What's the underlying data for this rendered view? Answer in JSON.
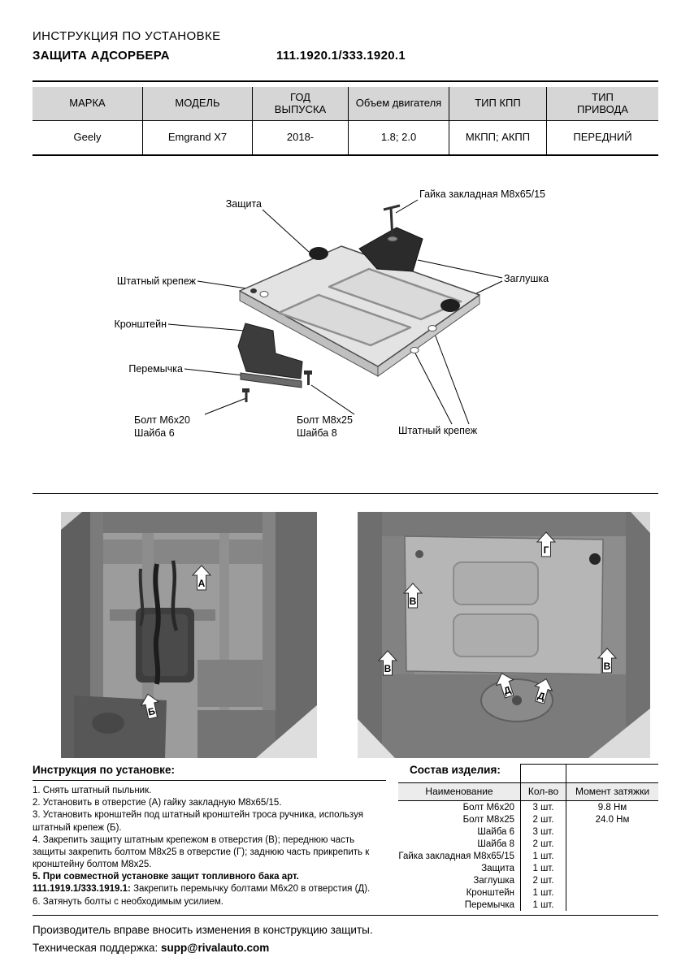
{
  "header": {
    "title": "ИНСТРУКЦИЯ ПО УСТАНОВКЕ",
    "product": "ЗАЩИТА АДСОРБЕРА",
    "part_number": "111.1920.1/333.1920.1"
  },
  "spec_table": {
    "headers": [
      "МАРКА",
      "МОДЕЛЬ",
      "ГОД\nВЫПУСКА",
      "Объем двигателя",
      "ТИП КПП",
      "ТИП\nПРИВОДА"
    ],
    "row": [
      "Geely",
      "Emgrand X7",
      "2018-",
      "1.8; 2.0",
      "МКПП; АКПП",
      "ПЕРЕДНИЙ"
    ]
  },
  "diagram": {
    "labels": {
      "protection": "Защита",
      "embedded_nut": "Гайка закладная М8х65/15",
      "factory_fastener_left": "Штатный крепеж",
      "plug": "Заглушка",
      "bracket": "Кронштейн",
      "jumper": "Перемычка",
      "bolt_m6": "Болт М6х20\nШайба 6",
      "bolt_m8": "Болт М8х25\nШайба 8",
      "factory_fastener_bottom": "Штатный крепеж"
    }
  },
  "photos": {
    "left": {
      "markers": [
        "А",
        "Б"
      ]
    },
    "right": {
      "markers": [
        "Г",
        "В",
        "В",
        "В",
        "Д",
        "Д"
      ]
    }
  },
  "instructions": {
    "title": "Инструкция по установке:",
    "items": [
      {
        "bold": "",
        "text": "1. Снять штатный пыльник."
      },
      {
        "bold": "",
        "text": "2. Установить в отверстие (А) гайку закладную М8х65/15."
      },
      {
        "bold": "",
        "text": "3. Установить кронштейн под штатный кронштейн троса ручника, используя штатный крепеж (Б)."
      },
      {
        "bold": "",
        "text": "4. Закрепить защиту штатным крепежом в отверстия (В); переднюю часть защиты закрепить болтом М8х25 в отверстие (Г); заднюю часть прикрепить к кронштейну болтом М8х25."
      },
      {
        "bold": "5. При совместной установке защит топливного бака арт. 111.1919.1/333.1919.1:",
        "text": " Закрепить перемычку болтами М6х20 в отверстия (Д)."
      },
      {
        "bold": "",
        "text": "6. Затянуть болты с необходимым усилием."
      }
    ]
  },
  "composition": {
    "title": "Состав изделия:",
    "headers": [
      "Наименование",
      "Кол-во",
      "Момент затяжки"
    ],
    "rows": [
      {
        "name": "Болт М6х20",
        "qty": "3 шт.",
        "torque": "9.8 Нм"
      },
      {
        "name": "Болт М8х25",
        "qty": "2 шт.",
        "torque": "24.0 Нм"
      },
      {
        "name": "Шайба 6",
        "qty": "3 шт.",
        "torque": ""
      },
      {
        "name": "Шайба 8",
        "qty": "2 шт.",
        "torque": ""
      },
      {
        "name": "Гайка закладная М8х65/15",
        "qty": "1 шт.",
        "torque": ""
      },
      {
        "name": "Защита",
        "qty": "1 шт.",
        "torque": ""
      },
      {
        "name": "Заглушка",
        "qty": "2 шт.",
        "torque": ""
      },
      {
        "name": "Кронштейн",
        "qty": "1 шт.",
        "torque": ""
      },
      {
        "name": "Перемычка",
        "qty": "1 шт.",
        "torque": ""
      }
    ]
  },
  "footer": {
    "note": "Производитель вправе вносить изменения в конструкцию защиты.",
    "support_label": "Техническая поддержка: ",
    "support_email": "supp@rivalauto.com"
  }
}
